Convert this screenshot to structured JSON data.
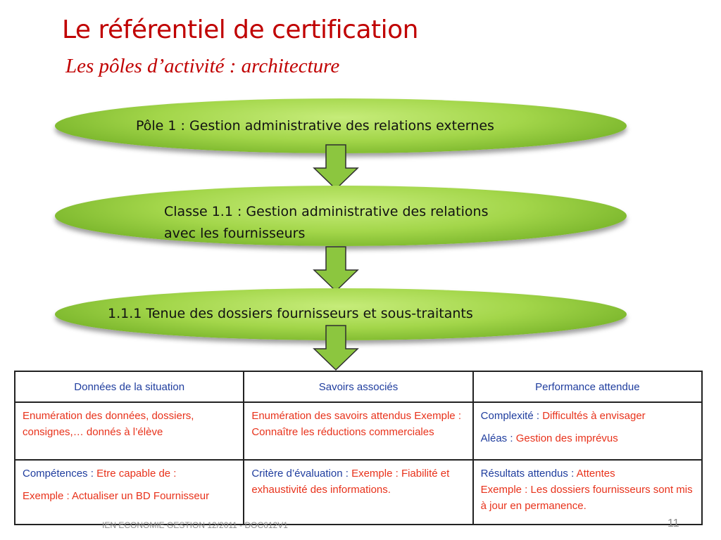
{
  "title": "Le référentiel de certification",
  "subtitle": "Les pôles d’activité : architecture",
  "diagram": {
    "pole": "Pôle 1 : Gestion administrative des relations externes",
    "classe_line1": "Classe 1.1 : Gestion administrative des relations",
    "classe_line2": "avec les fournisseurs",
    "activite": "1.1.1 Tenue des dossiers fournisseurs et sous-traitants"
  },
  "table": {
    "headers": [
      "Données de la situation",
      "Savoirs associés",
      "Performance attendue"
    ],
    "row1": {
      "col1": "Enumération des données, dossiers, consignes,… donnés à l’élève",
      "col2": "Enumération des savoirs attendus Exemple : Connaître les réductions commerciales",
      "col3_a_label": "Complexité : ",
      "col3_a_value": "Difficultés à envisager",
      "col3_b_label": "Aléas : ",
      "col3_b_value": "Gestion des imprévus"
    },
    "row2": {
      "col1_label": "Compétences : ",
      "col1_value": "Etre capable de :",
      "col1_example": "Exemple : Actualiser un BD Fournisseur",
      "col2_label": "Critère d’évaluation : ",
      "col2_value": "Exemple : Fiabilité et exhaustivité des informations.",
      "col3_label": "Résultats attendus : ",
      "col3_value": "Attentes",
      "col3_example": "Exemple : Les dossiers fournisseurs sont mis à jour en permanence."
    }
  },
  "footer": "IEN ECONOMIE GESTION  12/2011 - DOC612V1",
  "page_number": "11",
  "colors": {
    "title": "#c00000",
    "ellipse_green": "#a3d64a",
    "arrow_green": "#8cc63f",
    "table_blue": "#1f3d9e",
    "table_red": "#e8321b"
  }
}
